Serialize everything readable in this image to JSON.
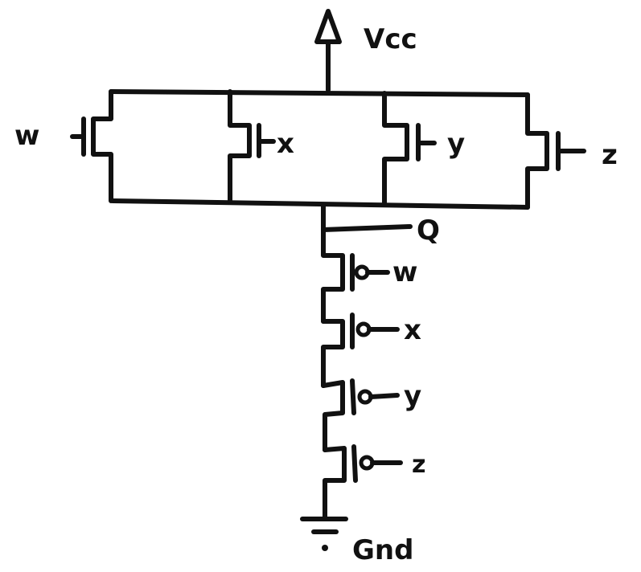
{
  "labels": {
    "supply": "Vcc",
    "ground": "Gnd",
    "output": "Q",
    "pullup_inputs": [
      "w",
      "x",
      "y",
      "z"
    ],
    "pulldown_inputs": [
      "w",
      "x",
      "y",
      "z"
    ]
  },
  "colors": {
    "ink": "#111111",
    "paper": "#ffffff"
  }
}
